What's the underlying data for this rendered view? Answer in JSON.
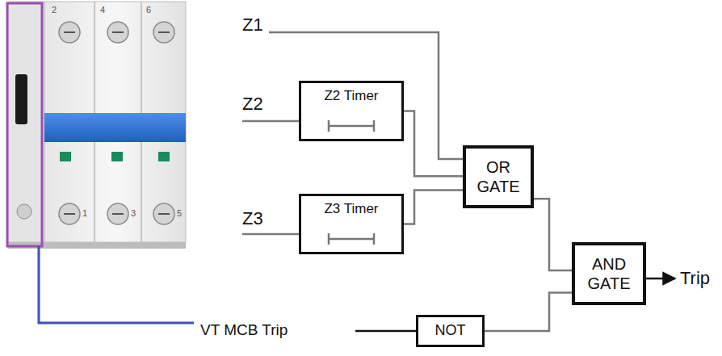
{
  "diagram": {
    "nodes": [
      {
        "text": [
          "Z2 Timer"
        ]
      },
      {
        "text": [
          "Z3 Timer"
        ]
      },
      {
        "text": [
          "OR GATE"
        ]
      },
      {
        "text": [
          "AND GATE"
        ]
      },
      {
        "text": [
          "NOT"
        ]
      }
    ],
    "edges": [
      {
        "from": 0,
        "to": 2,
        "arrow": "none"
      },
      {
        "from": 1,
        "to": 2,
        "arrow": "none"
      },
      {
        "from": 2,
        "to": 3,
        "arrow": "none"
      },
      {
        "from": 4,
        "to": 3,
        "arrow": "none"
      }
    ],
    "labels": [
      "Z1",
      "Z2",
      "Z3",
      "2",
      "4",
      "6",
      "1",
      "3",
      "5",
      "VT MCB Trip",
      "Trip"
    ]
  }
}
